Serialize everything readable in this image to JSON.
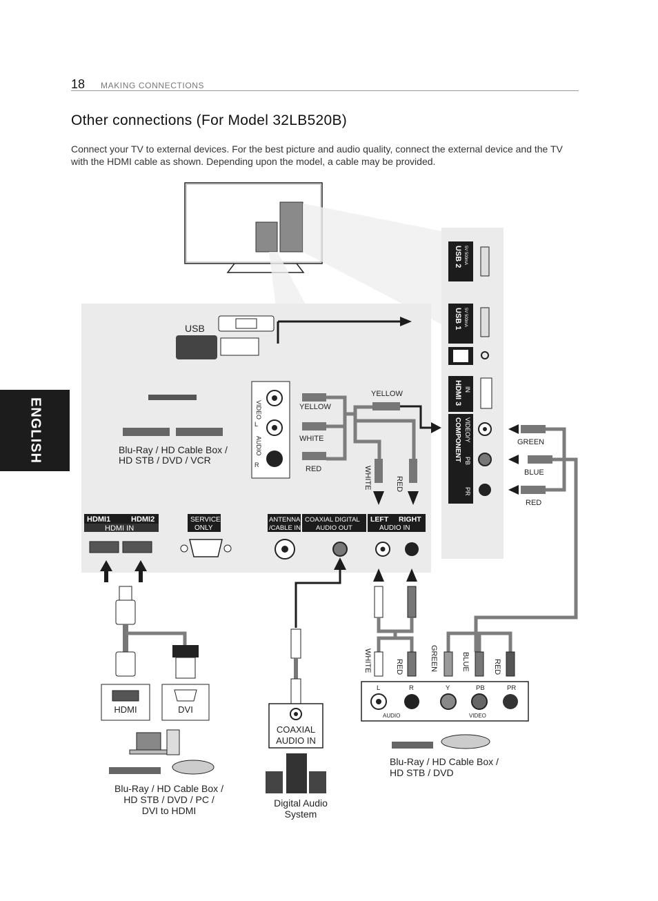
{
  "header": {
    "page_number": "18",
    "section": "MAKING CONNECTIONS"
  },
  "title": "Other connections (For Model 32LB520B)",
  "intro": "Connect your TV to external devices. For the best picture and audio quality, connect the external device and the TV with the HDMI cable as shown. Depending upon the model, a cable may be provided.",
  "side_tab": "ENGLISH",
  "diagram": {
    "usb_label": "USB",
    "av_device_caption_1": "Blu-Ray / HD Cable Box /",
    "av_device_caption_2": "HD STB / DVD / VCR",
    "av_jack_video": "VIDEO",
    "av_jack_l": "L",
    "av_jack_audio": "AUDIO",
    "av_jack_r": "R",
    "cable_yellow": "YELLOW",
    "cable_white": "WHITE",
    "cable_red": "RED",
    "cable_yellow_top": "YELLOW",
    "cable_white_vert": "WHITE",
    "cable_red_vert": "RED",
    "side_usb2": "USB 2",
    "side_usb2_rating": "5V 500mA",
    "side_usb1": "USB 1",
    "side_usb1_rating": "5V 500mA",
    "side_hdmi3": "HDMI 3",
    "side_hdmi3_in": "IN",
    "side_component": "COMPONENT",
    "side_video_y": "VIDEO/Y",
    "side_pb": "PB",
    "side_pr": "PR",
    "label_green": "GREEN",
    "label_blue": "BLUE",
    "label_red": "RED",
    "port_hdmi1": "HDMI1",
    "port_hdmi2": "HDMI2",
    "port_hdmi_in": "HDMI IN",
    "port_service": "SERVICE",
    "port_service_only": "ONLY",
    "port_antenna": "ANTENNA",
    "port_cable_in": "/CABLE IN",
    "port_coaxial_digital": "COAXIAL DIGITAL",
    "port_audio_out": "AUDIO OUT",
    "port_left": "LEFT",
    "port_right": "RIGHT",
    "port_audio_in": "AUDIO IN",
    "box_hdmi": "HDMI",
    "box_dvi": "DVI",
    "coax_box_1": "COAXIAL",
    "coax_box_2": "AUDIO IN",
    "comp_white": "WHITE",
    "comp_red": "RED",
    "comp_green": "GREEN",
    "comp_blue": "BLUE",
    "comp_red2": "RED",
    "comp_l": "L",
    "comp_r": "R",
    "comp_y": "Y",
    "comp_pb": "PB",
    "comp_pr": "PR",
    "comp_audio": "AUDIO",
    "comp_video": "VIDEO",
    "caption_left_1": "Blu-Ray / HD Cable Box /",
    "caption_left_2": "HD STB / DVD / PC /",
    "caption_left_3": "DVI to HDMI",
    "caption_mid_1": "Digital Audio",
    "caption_mid_2": "System",
    "caption_right_1": "Blu-Ray / HD Cable Box /",
    "caption_right_2": "HD STB / DVD"
  },
  "colors": {
    "panel": "#ebebeb",
    "cable": "#7d7d7d",
    "dark": "#1c1c1c"
  }
}
